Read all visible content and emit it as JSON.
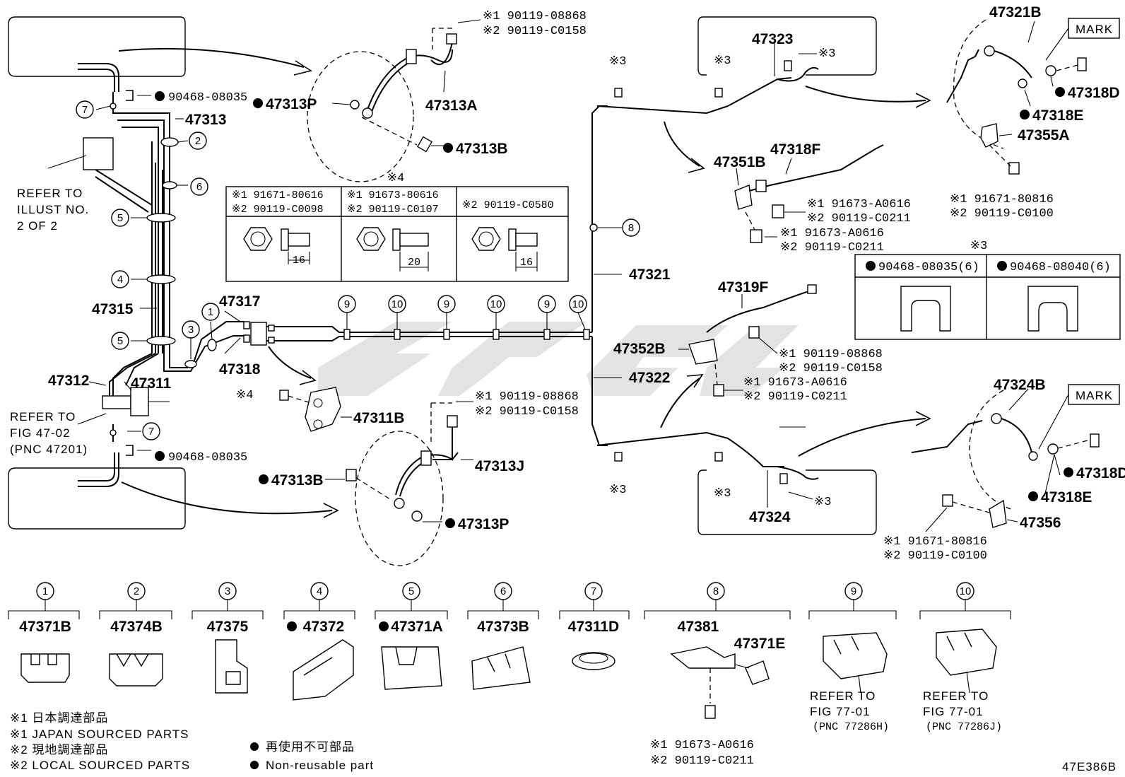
{
  "diagram_code": "47E386B",
  "refer_illust": [
    "REFER TO",
    "ILLUST NO.",
    "2 OF 2"
  ],
  "refer_fig47": [
    "REFER TO",
    "FIG 47-02",
    "(PNC 47201)"
  ],
  "part_labels": {
    "p47313": "47313",
    "p47315": "47315",
    "p47312": "47312",
    "p47311": "47311",
    "p47317": "47317",
    "p47318": "47318",
    "p47311B": "47311B",
    "p47313A": "47313A",
    "p47313J": "47313J",
    "p47321": "47321",
    "p47322": "47322",
    "p47323": "47323",
    "p47324": "47324",
    "p47351B": "47351B",
    "p47318F": "47318F",
    "p47319F": "47319F",
    "p47352B": "47352B",
    "p47321B": "47321B",
    "p47355A": "47355A",
    "p47324B": "47324B",
    "p47356": "47356",
    "mark": "MARK"
  },
  "nonreusable_labels": {
    "n90468_top": "90468-08035",
    "n90468_bot": "90468-08035",
    "n47313P_top": "47313P",
    "n47313B_top": "47313B",
    "n47313B_bot": "47313B",
    "n47313P_bot": "47313P",
    "n47318D_top": "47318D",
    "n47318E_top": "47318E",
    "n47318D_bot": "47318D",
    "n47318E_bot": "47318E"
  },
  "bolt_notes": {
    "b1": [
      "※1 90119-08868",
      "※2 90119-C0158"
    ],
    "b2": [
      "※1 90119-08868",
      "※2 90119-C0158"
    ],
    "b3": [
      "※1 91673-A0616",
      "※2 90119-C0211"
    ],
    "b4": [
      "※1 91671-80816",
      "※2 90119-C0100"
    ],
    "b5": [
      "※1 90119-08868",
      "※2 90119-C0158"
    ],
    "b6": [
      "※1 91673-A0616",
      "※2 90119-C0211"
    ],
    "b7": [
      "※1 90119-08868",
      "※2 90119-C0158"
    ],
    "b8": [
      "※1 91671-80816",
      "※2 90119-C0100"
    ],
    "b9": [
      "※1 91673-A0616",
      "※2 90119-C0211"
    ]
  },
  "table4": {
    "title": "※4",
    "cols": [
      {
        "l1": "※1 91671-80616",
        "l2": "※2 90119-C0098",
        "dim": "16"
      },
      {
        "l1": "※1 91673-80616",
        "l2": "※2 90119-C0107",
        "dim": "20"
      },
      {
        "l1": "",
        "l2": "※2 90119-C0580",
        "dim": "16"
      }
    ]
  },
  "table3": {
    "title": "※3",
    "cols": [
      "90468-08035(6)",
      "90468-08040(6)"
    ]
  },
  "marks": {
    "x3": "※3",
    "x4": "※4"
  },
  "circle_numbers": [
    "1",
    "2",
    "3",
    "4",
    "5",
    "6",
    "7",
    "8",
    "9",
    "10"
  ],
  "legend_parts": [
    {
      "num": "1",
      "part": "47371B",
      "nr": false
    },
    {
      "num": "2",
      "part": "47374B",
      "nr": false
    },
    {
      "num": "3",
      "part": "47375",
      "nr": false
    },
    {
      "num": "4",
      "part": "47372",
      "nr": true
    },
    {
      "num": "5",
      "part": "47371A",
      "nr": true
    },
    {
      "num": "6",
      "part": "47373B",
      "nr": false
    },
    {
      "num": "7",
      "part": "47311D",
      "nr": false
    },
    {
      "num": "8",
      "part": "47381",
      "nr": false
    },
    {
      "num": "9",
      "part": "",
      "nr": false
    },
    {
      "num": "10",
      "part": "",
      "nr": false
    }
  ],
  "legend8_extra": "47371E",
  "refer77_a": [
    "REFER TO",
    "FIG 77-01",
    "(PNC 77286H)"
  ],
  "refer77_b": [
    "REFER TO",
    "FIG 77-01",
    "(PNC 77286J)"
  ],
  "footnotes": [
    "※1 日本調達部品",
    "※1 JAPAN SOURCED PARTS",
    "※2 現地調達部品",
    "※2 LOCAL SOURCED PARTS"
  ],
  "nonreusable_note": [
    "再使用不可部品",
    "Non-reusable part"
  ]
}
